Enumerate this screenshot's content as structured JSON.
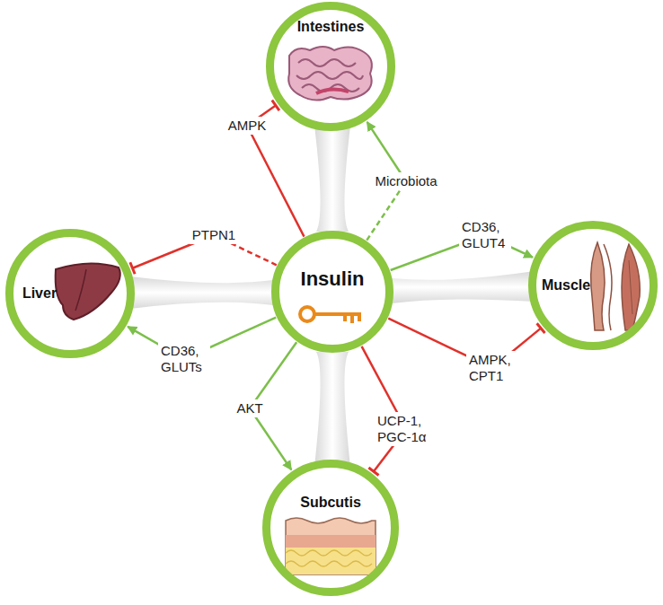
{
  "diagram": {
    "nodes": [
      {
        "text": [
          "Intestines"
        ]
      },
      {
        "text": [
          "Liver"
        ]
      },
      {
        "text": [
          "Insulin"
        ]
      },
      {
        "text": [
          "Muscle"
        ]
      },
      {
        "text": [
          "Subcutis"
        ]
      }
    ],
    "edges": [
      {
        "from": 2,
        "to": 0,
        "label": "AMPK",
        "arrow": "to"
      },
      {
        "from": 2,
        "to": 0,
        "label": "Microbiota",
        "arrow": "to"
      },
      {
        "from": 2,
        "to": 1,
        "label": "PTPN1",
        "arrow": "to"
      },
      {
        "from": 2,
        "to": 3,
        "label": "CD36, GLUT4",
        "arrow": "to"
      },
      {
        "from": 2,
        "to": 1,
        "label": "CD36, GLUTs",
        "arrow": "to"
      },
      {
        "from": 2,
        "to": 3,
        "label": "AMPK, CPT1",
        "arrow": "to"
      },
      {
        "from": 2,
        "to": 4,
        "label": "AKT",
        "arrow": "to"
      },
      {
        "from": 2,
        "to": 4,
        "label": "UCP-1, PGC-1α",
        "arrow": "to"
      }
    ]
  }
}
